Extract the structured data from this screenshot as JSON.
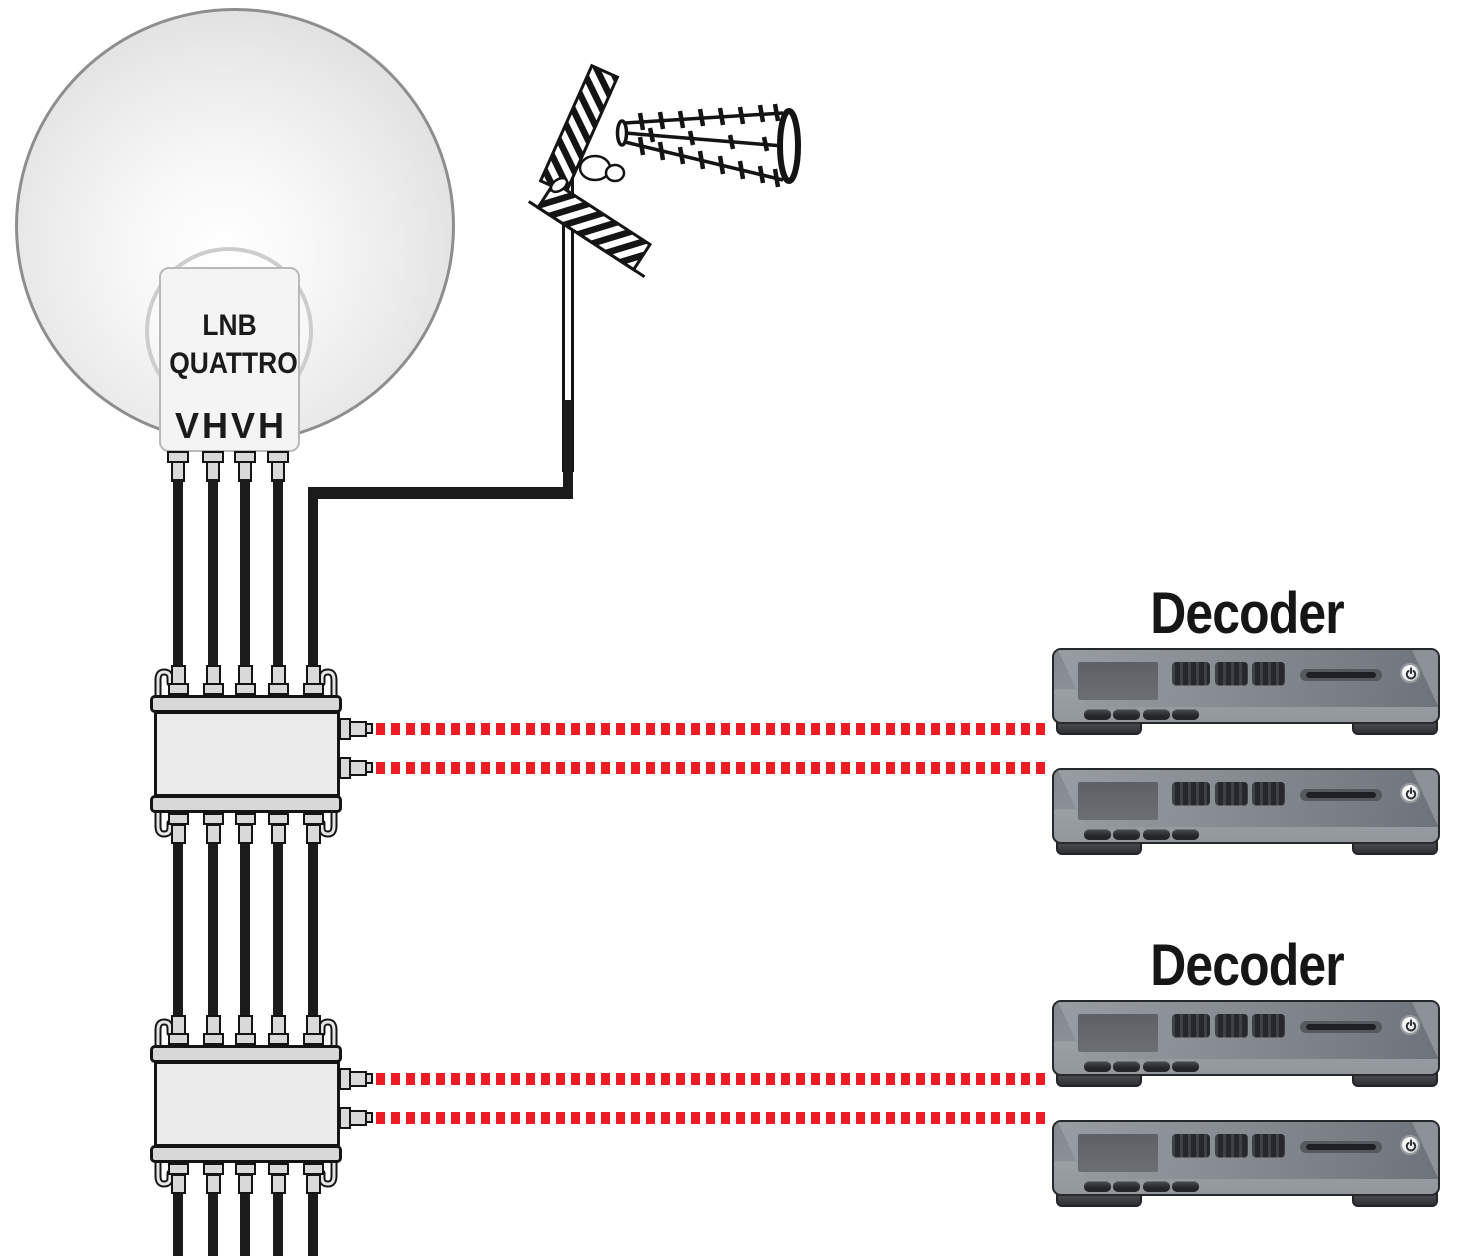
{
  "lnb": {
    "line1": "LNB",
    "line2": "QUATTRO",
    "outputs": [
      "V",
      "H",
      "V",
      "H"
    ]
  },
  "groups": [
    {
      "label": "Decoder"
    },
    {
      "label": "Decoder"
    }
  ],
  "icons": {
    "power_button": "power-symbol",
    "antenna": "terrestrial-uhf-antenna",
    "dish": "satellite-dish"
  },
  "colors": {
    "signal_red": "#ED1C24",
    "cable_black": "#1b1b1b"
  }
}
